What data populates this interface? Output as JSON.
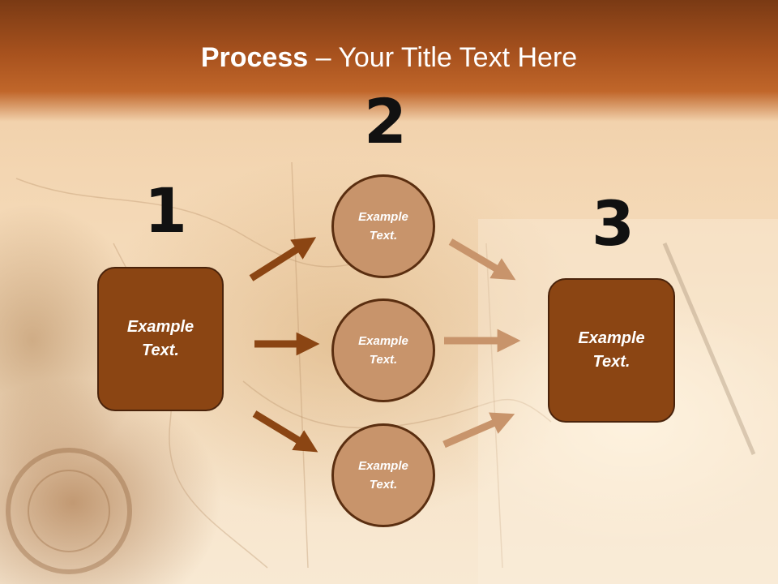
{
  "title": {
    "bold": "Process",
    "dash": " – ",
    "rest": "Your Title Text Here"
  },
  "steps": [
    {
      "number": "1",
      "label": "Example\nText."
    },
    {
      "number": "2",
      "label": "Example\nText."
    },
    {
      "number": "3",
      "label": "Example\nText."
    }
  ],
  "circles": [
    {
      "label": "Example\nText."
    },
    {
      "label": "Example\nText."
    },
    {
      "label": "Example\nText."
    }
  ],
  "colors": {
    "title_band": "#a8521e",
    "box_fill": "#8b4513",
    "circle_fill": "#c8946b",
    "arrow_dark": "#8b4513",
    "arrow_light": "#c8946b"
  }
}
